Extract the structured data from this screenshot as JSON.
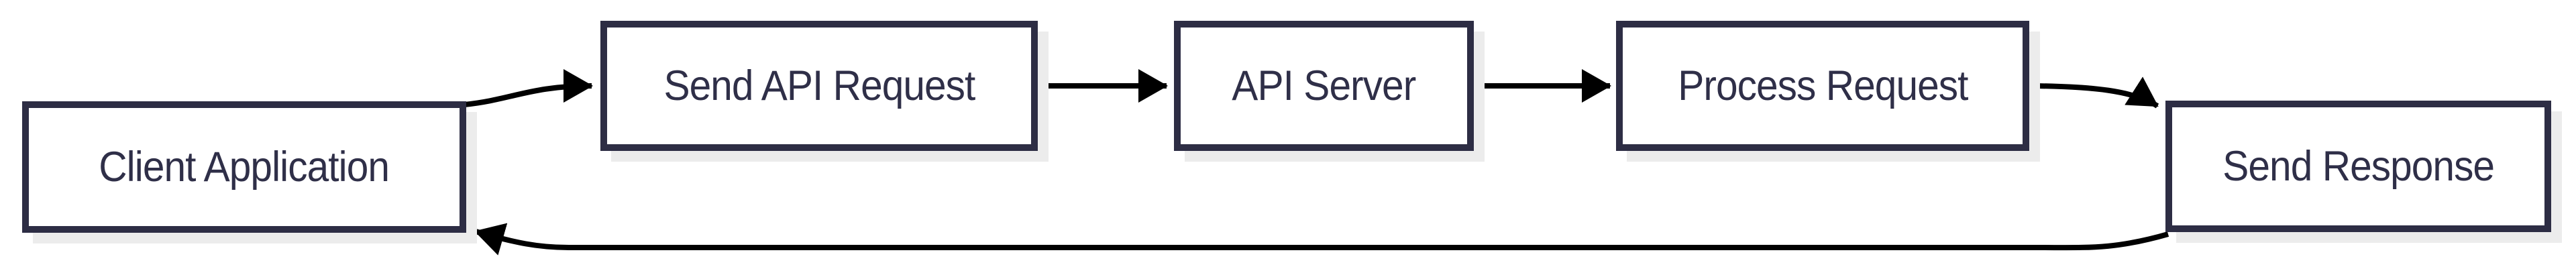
{
  "diagram": {
    "type": "flowchart",
    "direction": "left-to-right",
    "nodes": [
      {
        "id": "client_application",
        "label": "Client Application"
      },
      {
        "id": "send_api_request",
        "label": "Send API Request"
      },
      {
        "id": "api_server",
        "label": "API Server"
      },
      {
        "id": "process_request",
        "label": "Process Request"
      },
      {
        "id": "send_response",
        "label": "Send Response"
      }
    ],
    "edges": [
      {
        "from": "client_application",
        "to": "send_api_request",
        "style": "curved-up-right"
      },
      {
        "from": "send_api_request",
        "to": "api_server",
        "style": "straight"
      },
      {
        "from": "api_server",
        "to": "process_request",
        "style": "straight"
      },
      {
        "from": "process_request",
        "to": "send_response",
        "style": "curved-down-right"
      },
      {
        "from": "send_response",
        "to": "client_application",
        "style": "long-return-bottom"
      }
    ],
    "colors": {
      "background": "#ffffff",
      "node_fill": "#ffffff",
      "node_border": "#2d2d44",
      "node_shadow": "#ececec",
      "label_text": "#2f2f48",
      "arrow": "#000000"
    }
  }
}
